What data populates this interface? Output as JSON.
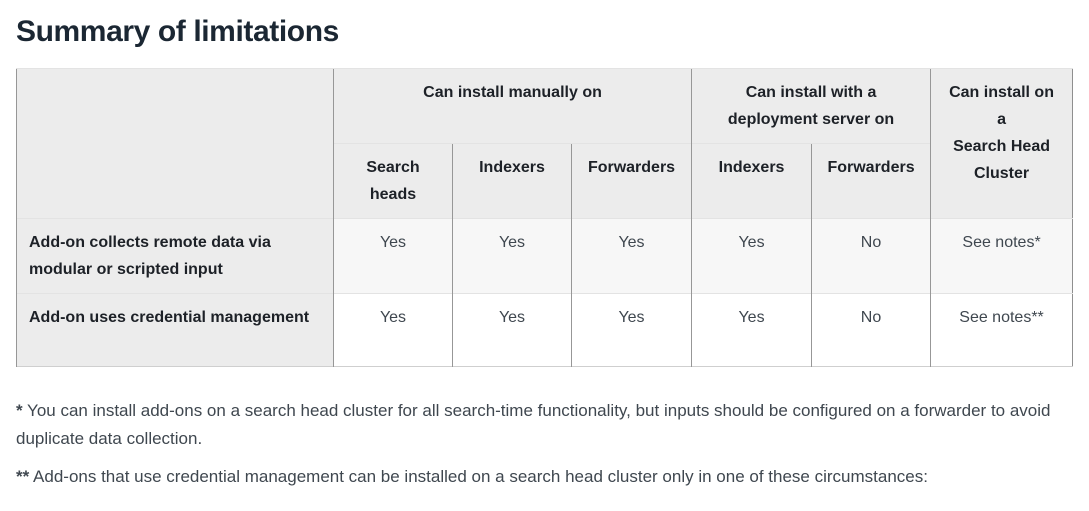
{
  "page": {
    "title": "Summary of limitations"
  },
  "table": {
    "column_groups": {
      "manual": "Can install manually on",
      "deployment": "Can install with a deployment server on",
      "shc": "Can install on a\nSearch Head Cluster"
    },
    "sub_headers": [
      "Search heads",
      "Indexers",
      "Forwarders",
      "Indexers",
      "Forwarders"
    ],
    "rows": [
      {
        "label": "Add-on collects remote data via modular or scripted input",
        "values": [
          "Yes",
          "Yes",
          "Yes",
          "Yes",
          "No",
          "See notes*"
        ]
      },
      {
        "label": "Add-on uses credential management",
        "values": [
          "Yes",
          "Yes",
          "Yes",
          "Yes",
          "No",
          "See notes**"
        ]
      }
    ]
  },
  "footnotes": [
    {
      "marker": "*",
      "text": "You can install add-ons on a search head cluster for all search-time functionality, but inputs should be configured on a forwarder to avoid duplicate data collection."
    },
    {
      "marker": "**",
      "text": "Add-ons that use credential management can be installed on a search head cluster only in one of these circumstances:"
    }
  ],
  "colors": {
    "title": "#1b2733",
    "header_bg": "#ececec",
    "row_stripe_bg": "#f7f7f7",
    "body_text": "#3f474f",
    "border_vertical": "#979797",
    "border_horizontal": "#e3e3e3"
  }
}
